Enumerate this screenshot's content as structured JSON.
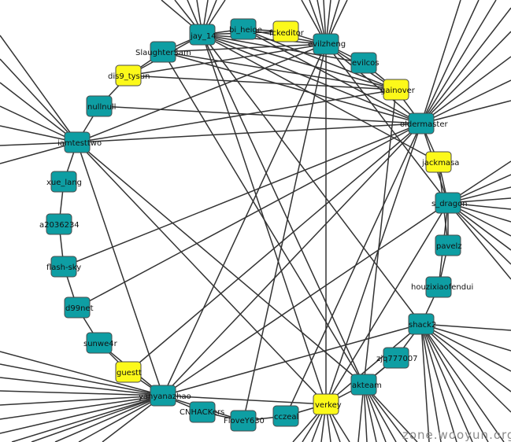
{
  "watermark": "zone.wooyun.org",
  "colors": {
    "teal": "#0e9ea3",
    "yellow": "#fcf91a",
    "edge": "#333333",
    "node_border": "#4a4a4a"
  },
  "nodes": [
    {
      "id": "jay_14",
      "label": "jay_14",
      "color": "teal"
    },
    {
      "id": "bi_heige",
      "label": "bi_heige",
      "color": "teal"
    },
    {
      "id": "fckeditor",
      "label": "fckeditor",
      "color": "yellow"
    },
    {
      "id": "evilzheng",
      "label": "evilzheng",
      "color": "teal"
    },
    {
      "id": "evilcos",
      "label": "evilcos",
      "color": "teal"
    },
    {
      "id": "gainover",
      "label": "gainover",
      "color": "yellow"
    },
    {
      "id": "oldermaster",
      "label": "oldermaster",
      "color": "teal"
    },
    {
      "id": "jackmasa",
      "label": "jackmasa",
      "color": "yellow"
    },
    {
      "id": "s_dragon",
      "label": "s_dragon",
      "color": "teal"
    },
    {
      "id": "pavelz",
      "label": "pavelz",
      "color": "teal"
    },
    {
      "id": "houzixiaofendui",
      "label": "houzixiaofendui",
      "color": "teal"
    },
    {
      "id": "shack2",
      "label": "shack2",
      "color": "teal"
    },
    {
      "id": "zjq777007",
      "label": "zjq777007",
      "color": "teal"
    },
    {
      "id": "akteam",
      "label": "akteam",
      "color": "teal"
    },
    {
      "id": "verkey",
      "label": "verkey",
      "color": "yellow"
    },
    {
      "id": "cczeal",
      "label": "cczeal",
      "color": "teal"
    },
    {
      "id": "FloveY630",
      "label": "FloveY630",
      "color": "teal"
    },
    {
      "id": "CNHACKers",
      "label": "CNHACKers",
      "color": "teal"
    },
    {
      "id": "yanyanazhao",
      "label": "yanyanazhao",
      "color": "teal"
    },
    {
      "id": "guestt",
      "label": "guestt",
      "color": "yellow"
    },
    {
      "id": "sunwear",
      "label": "sunwe4r",
      "color": "teal"
    },
    {
      "id": "d99net",
      "label": "d99net",
      "color": "teal"
    },
    {
      "id": "flash_sky",
      "label": "flash-sky",
      "color": "teal"
    },
    {
      "id": "a2036234",
      "label": "a2036234",
      "color": "teal"
    },
    {
      "id": "xue_lang",
      "label": "xue_lang",
      "color": "teal"
    },
    {
      "id": "iamtesttwo",
      "label": "iamtesttwo",
      "color": "teal"
    },
    {
      "id": "nullnull",
      "label": "nullnull",
      "color": "teal"
    },
    {
      "id": "dis9_tysun",
      "label": "dis9_tysun",
      "color": "yellow"
    },
    {
      "id": "SlaughterSam",
      "label": "SlaughterSam",
      "color": "teal"
    }
  ],
  "edges": [
    [
      "jay_14",
      "bi_heige"
    ],
    [
      "jay_14",
      "fckeditor"
    ],
    [
      "jay_14",
      "evilzheng"
    ],
    [
      "jay_14",
      "oldermaster"
    ],
    [
      "jay_14",
      "gainover"
    ],
    [
      "jay_14",
      "evilcos"
    ],
    [
      "jay_14",
      "SlaughterSam"
    ],
    [
      "jay_14",
      "dis9_tysun"
    ],
    [
      "jay_14",
      "verkey"
    ],
    [
      "jay_14",
      "shack2"
    ],
    [
      "jay_14",
      "akteam"
    ],
    [
      "jay_14",
      "jackmasa"
    ],
    [
      "bi_heige",
      "fckeditor"
    ],
    [
      "bi_heige",
      "evilzheng"
    ],
    [
      "bi_heige",
      "oldermaster"
    ],
    [
      "bi_heige",
      "gainover"
    ],
    [
      "evilzheng",
      "evilcos"
    ],
    [
      "evilzheng",
      "gainover"
    ],
    [
      "evilzheng",
      "oldermaster"
    ],
    [
      "evilzheng",
      "verkey"
    ],
    [
      "evilzheng",
      "yanyanazhao"
    ],
    [
      "evilzheng",
      "FloveY630"
    ],
    [
      "evilzheng",
      "iamtesttwo"
    ],
    [
      "evilzheng",
      "SlaughterSam"
    ],
    [
      "evilzheng",
      "dis9_tysun"
    ],
    [
      "evilzheng",
      "s_dragon"
    ],
    [
      "SlaughterSam",
      "oldermaster"
    ],
    [
      "SlaughterSam",
      "gainover"
    ],
    [
      "SlaughterSam",
      "akteam"
    ],
    [
      "dis9_tysun",
      "gainover"
    ],
    [
      "nullnull",
      "oldermaster"
    ],
    [
      "iamtesttwo",
      "oldermaster"
    ],
    [
      "iamtesttwo",
      "gainover"
    ],
    [
      "iamtesttwo",
      "verkey"
    ],
    [
      "iamtesttwo",
      "akteam"
    ],
    [
      "iamtesttwo",
      "yanyanazhao"
    ],
    [
      "oldermaster",
      "s_dragon"
    ],
    [
      "oldermaster",
      "verkey"
    ],
    [
      "oldermaster",
      "guestt"
    ],
    [
      "oldermaster",
      "flash_sky"
    ],
    [
      "oldermaster",
      "cczeal"
    ],
    [
      "oldermaster",
      "d99net"
    ],
    [
      "oldermaster",
      "yanyanazhao"
    ],
    [
      "gainover",
      "akteam"
    ],
    [
      "jackmasa",
      "pavelz"
    ],
    [
      "s_dragon",
      "pavelz"
    ],
    [
      "s_dragon",
      "houzixiaofendui"
    ],
    [
      "s_dragon",
      "verkey"
    ],
    [
      "s_dragon",
      "yanyanazhao"
    ],
    [
      "shack2",
      "verkey"
    ],
    [
      "shack2",
      "yanyanazhao"
    ],
    [
      "shack2",
      "zjq777007"
    ],
    [
      "houzixiaofendui",
      "shack2"
    ],
    [
      "pavelz",
      "houzixiaofendui"
    ],
    [
      "zjq777007",
      "akteam"
    ],
    [
      "akteam",
      "verkey"
    ],
    [
      "verkey",
      "cczeal"
    ],
    [
      "verkey",
      "yanyanazhao"
    ],
    [
      "yanyanazhao",
      "CNHACKers"
    ],
    [
      "yanyanazhao",
      "guestt"
    ],
    [
      "yanyanazhao",
      "sunwear"
    ],
    [
      "yanyanazhao",
      "FloveY630"
    ],
    [
      "CNHACKers",
      "FloveY630"
    ],
    [
      "cczeal",
      "FloveY630"
    ],
    [
      "sunwear",
      "d99net"
    ],
    [
      "iamtesttwo",
      "xue_lang"
    ],
    [
      "xue_lang",
      "a2036234"
    ],
    [
      "a2036234",
      "flash_sky"
    ],
    [
      "flash_sky",
      "d99net"
    ],
    [
      "guestt",
      "sunwear"
    ],
    [
      "iamtesttwo",
      "nullnull"
    ],
    [
      "nullnull",
      "dis9_tysun"
    ],
    [
      "dis9_tysun",
      "SlaughterSam"
    ],
    [
      "fckeditor",
      "evilzheng"
    ],
    [
      "evilcos",
      "gainover"
    ],
    [
      "gainover",
      "oldermaster"
    ],
    [
      "oldermaster",
      "jackmasa"
    ],
    [
      "jackmasa",
      "s_dragon"
    ],
    [
      "akteam",
      "zjq777007"
    ]
  ]
}
